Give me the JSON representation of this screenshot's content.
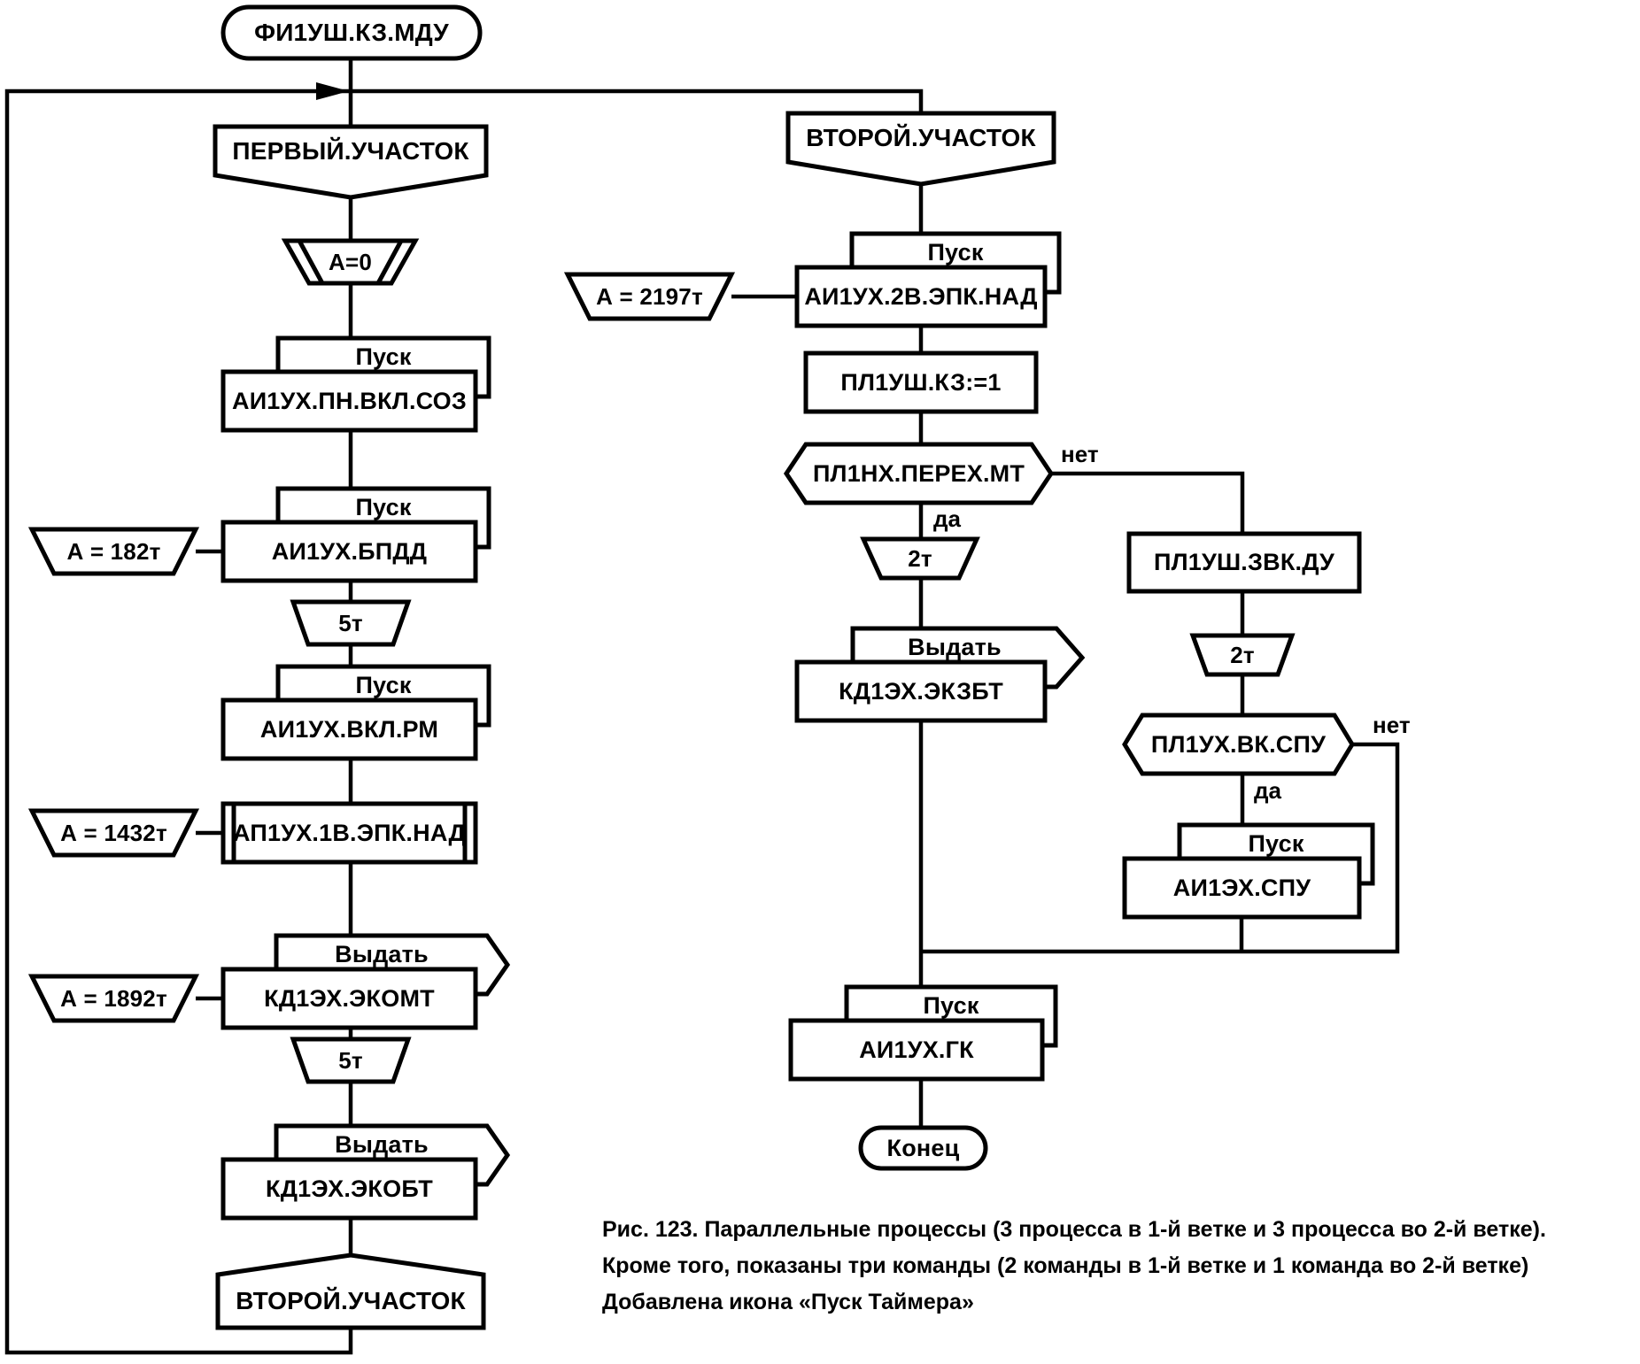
{
  "shared": {
    "pusk": "Пуск",
    "vydat": "Выдать",
    "yes": "да",
    "no": "нет",
    "pause_5t": "5т",
    "pause_2t": "2т"
  },
  "nodes": {
    "start": "ФИ1УШ.КЗ.МДУ",
    "branch_first": "ПЕРВЫЙ.УЧАСТОК",
    "timer_reset": "А=0",
    "proc_soz": "АИ1УХ.ПН.ВКЛ.СОЗ",
    "proc_bpdd": "АИ1УХ.БПДД",
    "timer_182": "А = 182т",
    "proc_vkl_rm": "АИ1УХ.ВКЛ.РМ",
    "insert_epk_nad": "АП1УХ.1В.ЭПК.НАД",
    "timer_1432": "А = 1432т",
    "out_ekomt": "КД1ЭХ.ЭКОМТ",
    "timer_1892": "А = 1892т",
    "out_ekobt": "КД1ЭХ.ЭКОБТ",
    "address_second": "ВТОРОЙ.УЧАСТОК",
    "branch_second": "ВТОРОЙ.УЧАСТОК",
    "proc_epk_nad2": "АИ1УХ.2В.ЭПК.НАД",
    "timer_2197": "А = 2197т",
    "assign_kz": "ПЛ1УШ.КЗ:=1",
    "q_perekh_mt": "ПЛ1НХ.ПЕРЕХ.МТ",
    "out_ekzbt": "КД1ЭХ.ЭКЗБТ",
    "rect_zvk_du": "ПЛ1УШ.ЗВК.ДУ",
    "q_vk_spu": "ПЛ1УХ.ВК.СПУ",
    "proc_spu": "АИ1ЭХ.СПУ",
    "proc_gk": "АИ1УХ.ГК",
    "end": "Конец"
  },
  "caption": {
    "line1": "Рис. 123. Параллельные процессы (3 процесса в 1-й ветке и 3 процесса во 2-й ветке).",
    "line2": "Кроме того, показаны три команды (2 команды в 1-й ветке и 1 команда во 2-й ветке)",
    "line3": "Добавлена икона «Пуск Таймера»"
  },
  "colors": {
    "ink": "#000000",
    "bg": "#ffffff"
  }
}
